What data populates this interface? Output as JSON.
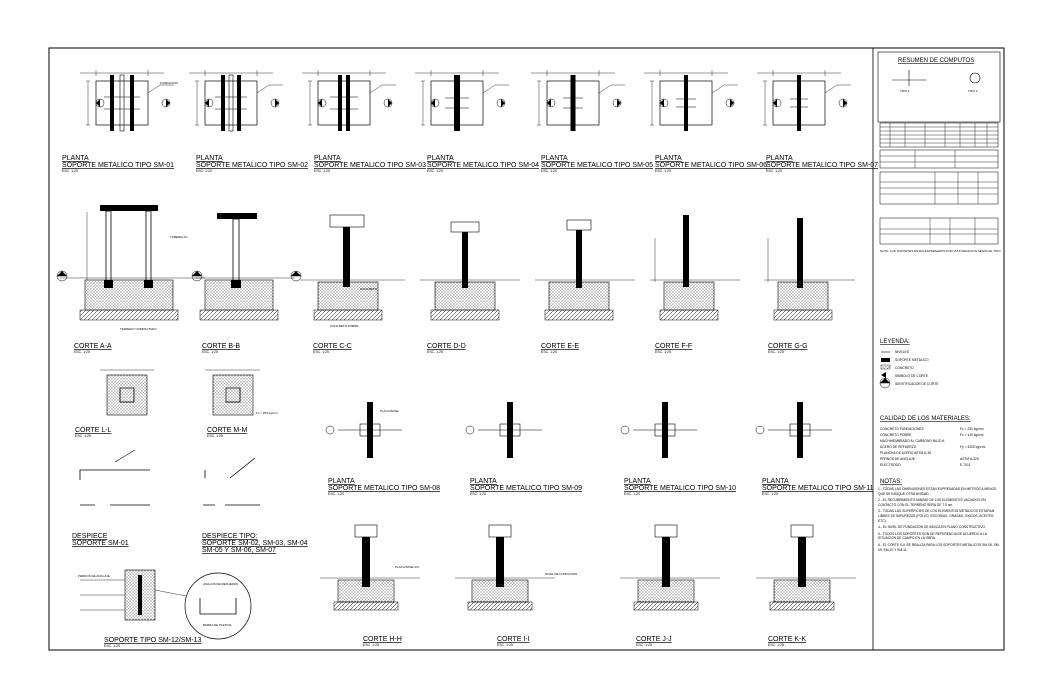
{
  "plantas": [
    {
      "title": "PLANTA",
      "subtitle": "SOPORTE METALICO TIPO SM-01",
      "scale": "ESC. 1:20"
    },
    {
      "title": "PLANTA",
      "subtitle": "SOPORTE METALICO TIPO SM-02",
      "scale": "ESC. 1:20"
    },
    {
      "title": "PLANTA",
      "subtitle": "SOPORTE METALICO TIPO SM-03",
      "scale": "ESC. 1:20"
    },
    {
      "title": "PLANTA",
      "subtitle": "SOPORTE METALICO TIPO SM-04",
      "scale": "ESC. 1:20"
    },
    {
      "title": "PLANTA",
      "subtitle": "SOPORTE METALICO TIPO SM-05",
      "scale": "ESC. 1:20"
    },
    {
      "title": "PLANTA",
      "subtitle": "SOPORTE METALICO TIPO SM-06",
      "scale": "ESC. 1:20"
    },
    {
      "title": "PLANTA",
      "subtitle": "SOPORTE METALICO TIPO SM-07",
      "scale": "ESC. 1:20"
    }
  ],
  "cortes": [
    {
      "title": "CORTE A-A",
      "scale": "ESC. 1:25"
    },
    {
      "title": "CORTE B-B",
      "scale": "ESC. 1:25"
    },
    {
      "title": "CORTE C-C",
      "scale": "ESC. 1:25"
    },
    {
      "title": "CORTE D-D",
      "scale": "ESC. 1:25"
    },
    {
      "title": "CORTE E-E",
      "scale": "ESC. 1:25"
    },
    {
      "title": "CORTE F-F",
      "scale": "ESC. 1:25"
    },
    {
      "title": "CORTE G-G",
      "scale": "ESC. 1:25"
    }
  ],
  "cortes_small": [
    {
      "title": "CORTE L-L",
      "scale": "ESC. 1:25"
    },
    {
      "title": "CORTE M-M",
      "scale": "ESC. 1:25"
    }
  ],
  "plantas2": [
    {
      "title": "PLANTA",
      "subtitle": "SOPORTE METALICO TIPO SM-08",
      "scale": "ESC. 1:20"
    },
    {
      "title": "PLANTA",
      "subtitle": "SOPORTE METALICO TIPO SM-09",
      "scale": "ESC. 1:20"
    },
    {
      "title": "PLANTA",
      "subtitle": "SOPORTE METALICO TIPO SM-10",
      "scale": "ESC. 1:20"
    },
    {
      "title": "PLANTA",
      "subtitle": "SOPORTE METALICO TIPO SM-11",
      "scale": "ESC. 1:20"
    }
  ],
  "cortes2": [
    {
      "title": "CORTE H-H",
      "scale": "ESC. 1:25"
    },
    {
      "title": "CORTE I-I",
      "scale": "ESC. 1:25"
    },
    {
      "title": "CORTE J-J",
      "scale": "ESC. 1:25"
    },
    {
      "title": "CORTE K-K",
      "scale": "ESC. 1:25"
    }
  ],
  "despiece1": {
    "line1": "DESPIECE",
    "line2": "SOPORTE SM-01"
  },
  "despiece2": {
    "line1": "DESPIECE TIPO:",
    "line2": "SOPORTE SM-02, SM-03, SM-04",
    "line3": "SM-05 Y SM-06, SM-07"
  },
  "soporte": {
    "title": "SOPORTE TIPO SM-12/SM-13",
    "scale": "ESC. 1:25"
  },
  "labels": {
    "fundacion": "FUNDACION",
    "concreto": "CONCRETO",
    "fc": "Fc = 250 kg/cm²",
    "concreto_pobre": "CONCRETO POBRE",
    "terreno": "TERRENO COMPACTADO",
    "placa_base": "PLACA BASE",
    "placa_base_34": "PLACA BASE 3/4\"",
    "tubo": "TUBERIA AC",
    "nivel_fundacion": "NIVEL DE FUNDACION",
    "pernos": "PERNOS DE ANCLAJE",
    "anillos": "ANILLOS DE REFUERZO",
    "barra": "BARRA DE PLETINA"
  },
  "resumen": {
    "title": "RESUMEN DE COMPUTOS",
    "tipo1": "TIPO 1",
    "tipo2": "TIPO 2"
  },
  "leyenda": {
    "title": "LEYENDA:",
    "items": [
      "NIVELES",
      "SOPORTE METALICO",
      "CONCRETO",
      "SIMBOLO DE CORTE",
      "IDENTIFICADOR DE CORTE"
    ]
  },
  "calidad": {
    "title": "CALIDAD DE LOS MATERIALES:",
    "rows": [
      {
        "k": "CONCRETO FUNDACIONES",
        "v": "Fc = 250 kg/cm²"
      },
      {
        "k": "CONCRETO POBRE",
        "v": "Fc = 140 kg/cm²"
      },
      {
        "k": "MACHIHEMBRADO AL CARBONO BAJO A",
        "v": ""
      },
      {
        "k": "ACERO DE REFUERZO",
        "v": "Fy = 4200 kg/cm²"
      },
      {
        "k": "PLANCHA DE ACERO ASTM A-36",
        "v": ""
      },
      {
        "k": "PERNOS DE ANCLAJE",
        "v": "ASTM A-325"
      },
      {
        "k": "ELECTRODO",
        "v": "E-7011"
      }
    ]
  },
  "notas": {
    "title": "NOTAS:",
    "items": [
      "1.- TODAS LAS DIMENSIONES ESTAN EXPRESADAS EN METROS A MENOS QUE SE INDIQUE OTRA UNIDAD.",
      "2.- EL RECUBRIMIENTO MINIMO DE LOS ELEMENTOS VACIADOS EN CONTACTO CON EL TERRENO SERA DE 7.5 cm.",
      "3.- TODAS LAS SUPERFICIES DE LOS ELEMENTOS METALICOS ESTARAN LIBRES DE IMPUREZAS (POLVO, ESCORIAS, GRASAS, OXIDOS, ACEITES, ETC).",
      "4.- EL NIVEL DE FUNDACION SE INDICA EN PLANO CONSTRUCTIVO.",
      "5.- TODOS LOS SOPORTES SON DE REFERENCIA DE ACUERDO A LA SITUACION DE CAMPO EN LA OBRA.",
      "6.- EL CORTE K-K SE REALIZA PARA LOS SOPORTES METALICOS SM-08, SM-09, SM-10 Y SM-11."
    ]
  },
  "table_note": "NOTA: LOS SOPORTES ESTAN EXPRESADOS POR VIA FUNDACION SEGUN EL TIPO"
}
